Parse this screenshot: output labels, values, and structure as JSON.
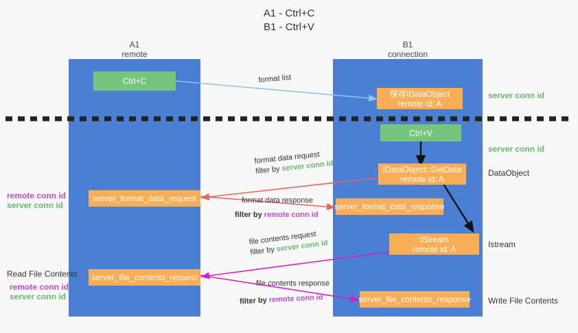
{
  "title": {
    "line1": "A1 - Ctrl+C",
    "line2": "B1 - Ctrl+V"
  },
  "lanes": [
    {
      "name": "A1",
      "sub": "remote"
    },
    {
      "name": "B1",
      "sub": "connection"
    }
  ],
  "nodes": {
    "ctrl_c": "Ctrl+C",
    "save_dataobject_l1": "保存IDataObject",
    "save_dataobject_l2": "remote id: A",
    "ctrl_v": "Ctrl+V",
    "getdata_l1": "IDataObject::GetData",
    "getdata_l2": "remote id: A",
    "server_format_data_request": "server_format_data_request",
    "server_format_data_response": "server_format_data_response",
    "istream_l1": "IStream",
    "istream_l2": "remote id: A",
    "server_file_contents_request": "server_file_contents_request",
    "server_file_contents_response": "server_file_contents_response"
  },
  "edge_labels": {
    "format_list": "format list",
    "format_data_request": "format data request",
    "format_data_request_filter_prefix": "filter by ",
    "format_data_request_filter_value": "server conn id",
    "format_data_response": "format data response",
    "format_data_response_filter_prefix": "filter by ",
    "format_data_response_filter_value": "remote conn id",
    "file_contents_request": "file contents request",
    "file_contents_request_filter_prefix": "filter by ",
    "file_contents_request_filter_value": "server conn id",
    "file_contents_response": "file contents response",
    "file_contents_response_filter_prefix": "filter by ",
    "file_contents_response_filter_value": "remote conn id"
  },
  "right_labels": {
    "server_conn_id_top": "server conn id",
    "server_conn_id_mid": "server conn id",
    "dataobject": "DataObject",
    "istream": "Istream",
    "write_file_contents": "Write File Contents"
  },
  "left_labels": {
    "remote_conn_id_upper": "remote conn id",
    "server_conn_id_upper": "server conn id",
    "read_file_contents": "Read File Contents",
    "remote_conn_id_lower": "remote conn id",
    "server_conn_id_lower": "server conn id"
  },
  "colors": {
    "lane": "#4a7fd4",
    "green_box": "#77c47c",
    "orange_box": "#f9ad54",
    "server_conn_id": "#66bb6a",
    "remote_conn_id": "#c04ad0",
    "arrow_format_list": "#8ec5e8",
    "arrow_format_data": "#e8645a",
    "arrow_file_contents": "#d421c5",
    "arrow_black": "#111111",
    "divider": "#222222",
    "background": "#f7f7f7"
  }
}
